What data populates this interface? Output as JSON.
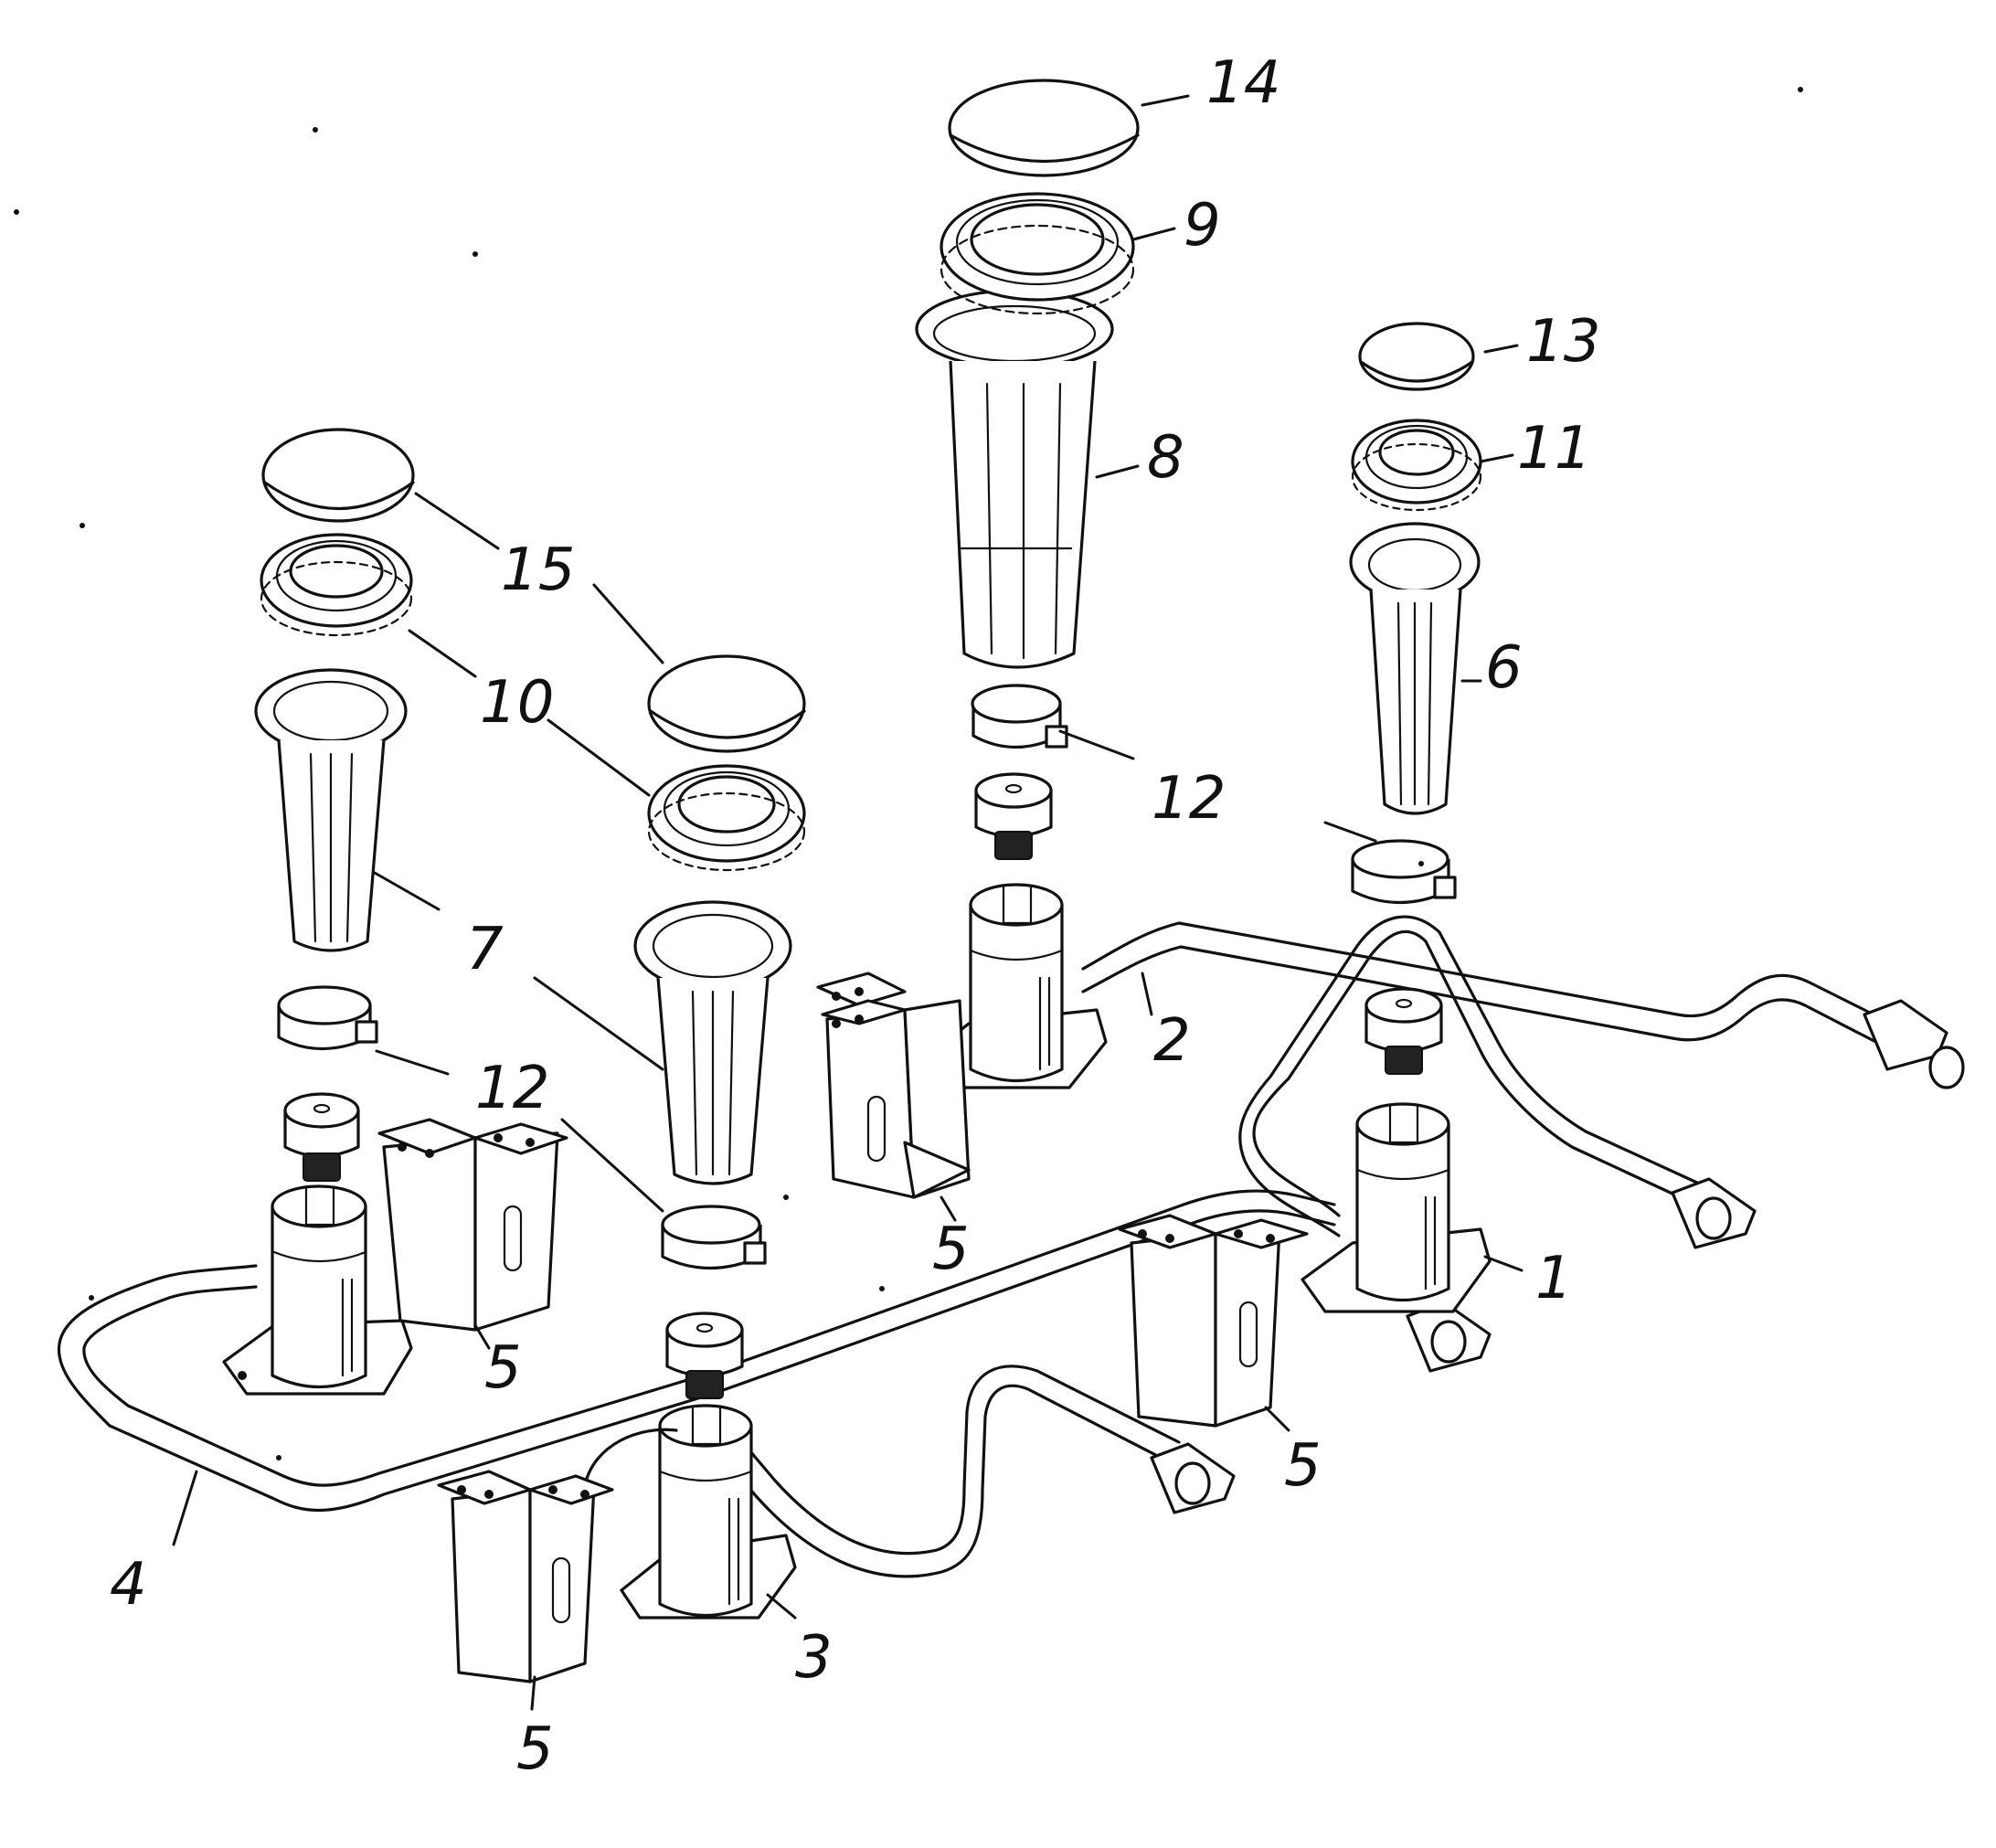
{
  "labels": {
    "r1": "1",
    "r2": "2",
    "r3": "3",
    "r4": "4",
    "r5a": "5",
    "r5b": "5",
    "r5c": "5",
    "r5d": "5",
    "r5e": "5",
    "r6": "6",
    "r7": "7",
    "r8": "8",
    "r9": "9",
    "r10": "10",
    "r11": "11",
    "r12a": "12",
    "r12b": "12",
    "r13": "13",
    "r14": "14",
    "r15": "15"
  }
}
